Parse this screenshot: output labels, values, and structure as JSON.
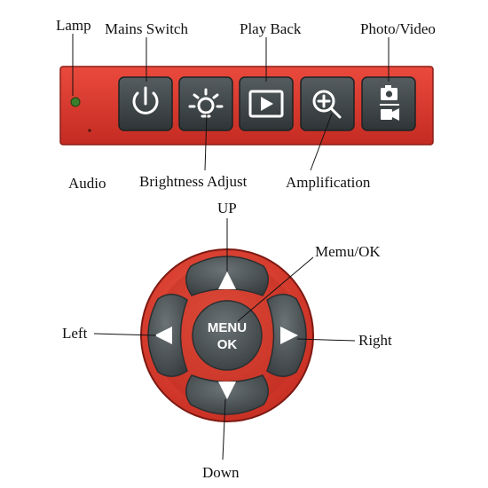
{
  "labels": {
    "lamp": "Lamp",
    "mains_switch": "Mains Switch",
    "play_back": "Play Back",
    "photo_video": "Photo/Video",
    "audio": "Audio",
    "brightness_adjust": "Brightness Adjust",
    "amplification": "Amplification",
    "up": "UP",
    "menu_ok": "Memu/OK",
    "left": "Left",
    "right": "Right",
    "down": "Down"
  },
  "center_button": {
    "line1": "MENU",
    "line2": "OK"
  },
  "panel_buttons": [
    {
      "name": "power-icon"
    },
    {
      "name": "brightness-icon"
    },
    {
      "name": "play-icon"
    },
    {
      "name": "zoom-in-icon"
    },
    {
      "name": "photo-video-icon"
    }
  ],
  "colors": {
    "body_red": "#d8362b",
    "button_gray": "#3d4446",
    "lamp_green": "#3a7d2a"
  }
}
